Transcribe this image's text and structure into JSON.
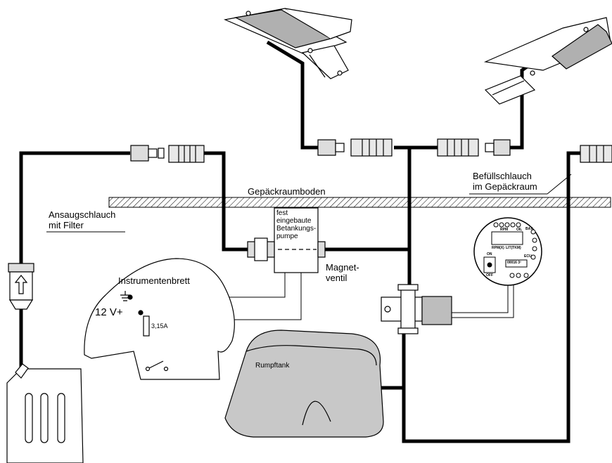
{
  "labels": {
    "floor": "Gepäckraumboden",
    "fill_hose_line1": "Befüllschlauch",
    "fill_hose_line2": "im Gepäckraum",
    "suction_line1": "Ansaugschlauch",
    "suction_line2": "mit Filter",
    "pump_line1": "fest",
    "pump_line2": "eingebaute",
    "pump_line3": "Betankungs-",
    "pump_line4": "pumpe",
    "valve_line1": "Magnet-",
    "valve_line2": "ventil",
    "panel": "Instrumentenbrett",
    "voltage": "12 V+",
    "fuse": "3,15A",
    "tank": "Rumpftank"
  },
  "gauge": {
    "rpm": "RPM",
    "oil": "OIL",
    "bat": "BAT",
    "ecu": "ECU",
    "rpm_x": "RPM(X)",
    "lit_tkm": "LIT(TKM)",
    "on": "ON",
    "off": "OFF",
    "counter": "00016 3²"
  },
  "colors": {
    "hose": "#000000",
    "tank_fill": "#c8c8c8",
    "valve_body": "#bdbdbd",
    "floor_hatch": "#000000"
  },
  "icons": [
    "up-arrow-icon",
    "ground-icon",
    "lightning-icon",
    "wrench-icon"
  ]
}
